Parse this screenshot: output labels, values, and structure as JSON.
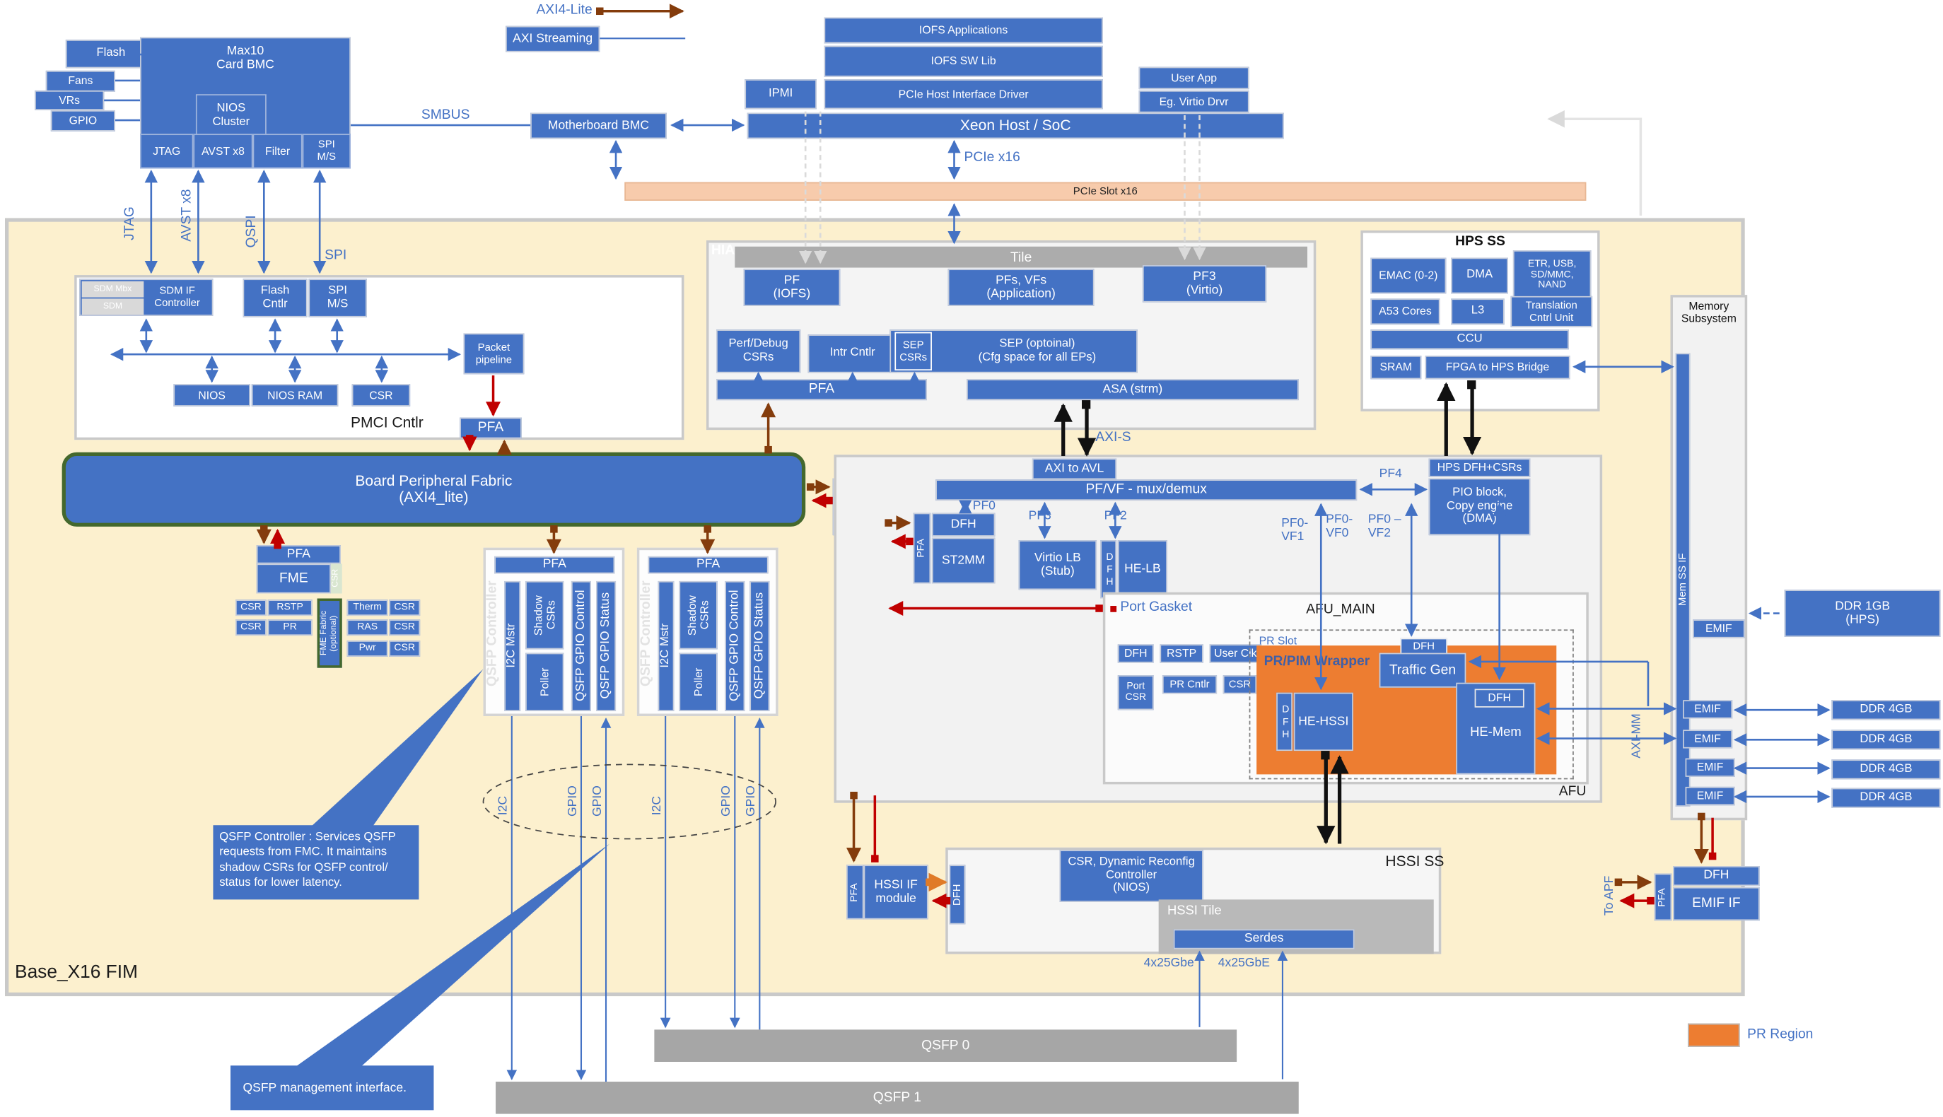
{
  "legend": {
    "axi4_lite": "AXI4-Lite",
    "axi_streaming": "AXI Streaming",
    "pr_region": "PR Region"
  },
  "bmc": {
    "flash": "Flash",
    "fans": "Fans",
    "vrs": "VRs",
    "gpio": "GPIO",
    "max10": "Max10\nCard BMC",
    "nios_cluster": "NIOS\nCluster",
    "jtag": "JTAG",
    "avst": "AVST x8",
    "filter": "Filter",
    "spi_ms": "SPI\nM/S",
    "smbus": "SMBUS",
    "motherboard_bmc": "Motherboard BMC"
  },
  "host": {
    "ipmi": "IPMI",
    "iofs_apps": "IOFS Applications",
    "iofs_lib": "IOFS SW Lib",
    "pcie_drv": "PCIe Host Interface Driver",
    "user_app": "User App",
    "virtio_drvr": "Eg. Virtio Drvr",
    "xeon": "Xeon Host / SoC",
    "pcie_x16": "PCIe x16",
    "pcie_slot": "PCIe Slot x16"
  },
  "fim": {
    "label": "Base_X16 FIM"
  },
  "ifl": {
    "jtag": "JTAG",
    "avst": "AVST x8",
    "qspi": "QSPI",
    "spi": "SPI"
  },
  "pmci": {
    "sdm_mbx": "SDM Mbx",
    "sdm": "SDM",
    "sdm_if": "SDM IF Controller",
    "flash_cntlr": "Flash\nCntlr",
    "spi_ms": "SPI\nM/S",
    "packet_pipeline": "Packet\npipeline",
    "nios": "NIOS",
    "nios_ram": "NIOS RAM",
    "csr": "CSR",
    "title": "PMCI Cntlr",
    "pfa": "PFA"
  },
  "bpf": {
    "label": "Board Peripheral Fabric\n(AXI4_lite)"
  },
  "fme": {
    "pfa": "PFA",
    "fme": "FME",
    "csr_v": "CSR",
    "csr": "CSR",
    "rstp": "RSTP",
    "pr": "PR",
    "fabric": "FME Fabric\n(optional)",
    "therm": "Therm",
    "ras": "RAS",
    "pwr": "Pwr"
  },
  "qsfp": {
    "title": "QSFP Controller",
    "pfa": "PFA",
    "i2c_mstr": "I2C Mstr",
    "shadow": "Shadow\nCSRs",
    "poller": "Poller",
    "gpio_ctl": "QSFP GPIO Control",
    "gpio_sts": "QSFP GPIO Status"
  },
  "hia": {
    "title": "HIA",
    "tile": "Tile",
    "pf_iofs": "PF\n(IOFS)",
    "pfs_vfs": "PFs, VFs\n(Application)",
    "pf3": "PF3\n(Virtio)",
    "perf": "Perf/Debug\nCSRs",
    "intr": "Intr Cntlr",
    "sep_csrs": "SEP\nCSRs",
    "sep": "SEP (optoinal)\n(Cfg space for all EPs)",
    "pfa": "PFA",
    "asa": "ASA (strm)",
    "axi_s": "AXI-S"
  },
  "hps": {
    "title": "HPS SS",
    "emac": "EMAC (0-2)",
    "dma": "DMA",
    "etr": "ETR, USB,\nSD/MMC,\nNAND",
    "a53": "A53 Cores",
    "l3": "L3",
    "tcu": "Translation\nCntrl Unit",
    "ccu": "CCU",
    "sram": "SRAM",
    "bridge": "FPGA to HPS Bridge"
  },
  "mem": {
    "title": "Memory\nSubsystem",
    "ss_if": "Mem SS IF",
    "emif": "EMIF",
    "ddr_hps": "DDR 1GB\n(HPS)",
    "ddr4": "DDR 4GB",
    "axi_mm": "AXI-MM"
  },
  "afu": {
    "axi_avl": "AXI to AVL",
    "mux": "PF/VF - mux/demux",
    "pf0": "PF0",
    "pf2": "PF2",
    "pf3": "PF3",
    "pf4": "PF4",
    "dfh": "DFH",
    "st2mm": "ST2MM",
    "pfa": "PFA",
    "virtio_lb": "Virtio LB\n(Stub)",
    "he_lb": "HE-LB",
    "pf0_vf1": "PF0-\nVF1",
    "pf0_vf0": "PF0-\nVF0",
    "pf0_vf2": "PF0 –\nVF2",
    "hps_dfh": "HPS DFH+CSRs",
    "pio": "PIO block,\nCopy engine\n(DMA)",
    "afu_main": "AFU_MAIN",
    "afu": "AFU"
  },
  "pg": {
    "title": "Port Gasket",
    "dfh": "DFH",
    "rstp": "RSTP",
    "user_clk": "User Clk",
    "port_csr": "Port\nCSR",
    "pr_cntlr": "PR Cntlr",
    "csr": "CSR",
    "pr_slot": "PR Slot",
    "wrapper": "PR/PIM Wrapper",
    "traffic_gen": "Traffic Gen",
    "he_hssi": "HE-HSSI",
    "he_mem": "HE-Mem"
  },
  "hssi": {
    "title": "HSSI SS",
    "dfh": "DFH",
    "csr_drc": "CSR, Dynamic Reconfig\nController\n(NIOS)",
    "tile": "HSSI Tile",
    "serdes": "Serdes",
    "gbe1": "4x25Gbe",
    "gbe2": "4x25GbE",
    "pfa": "PFA",
    "if_module": "HSSI IF\nmodule"
  },
  "ports": {
    "q0": "QSFP 0",
    "q1": "QSFP 1",
    "i2c": "I2C",
    "gpio": "GPIO"
  },
  "emif_if": {
    "dfh": "DFH",
    "emif_if": "EMIF IF",
    "pfa": "PFA",
    "to_apf": "To APF"
  },
  "callouts": {
    "c1": "QSFP Controller : Services QSFP requests from FMC. It maintains shadow CSRs for QSFP control/ status for lower latency.",
    "c2": "QSFP management interface."
  },
  "colors": {
    "box_blue": "#4472C4",
    "beige": "#FCF0CE",
    "orange": "#ED7D31",
    "pcie_slot": "#F7CBAC",
    "green_border": "#44682D",
    "brown": "#843C0C",
    "red": "#C00000",
    "gray_bar": "#ACACAC"
  }
}
